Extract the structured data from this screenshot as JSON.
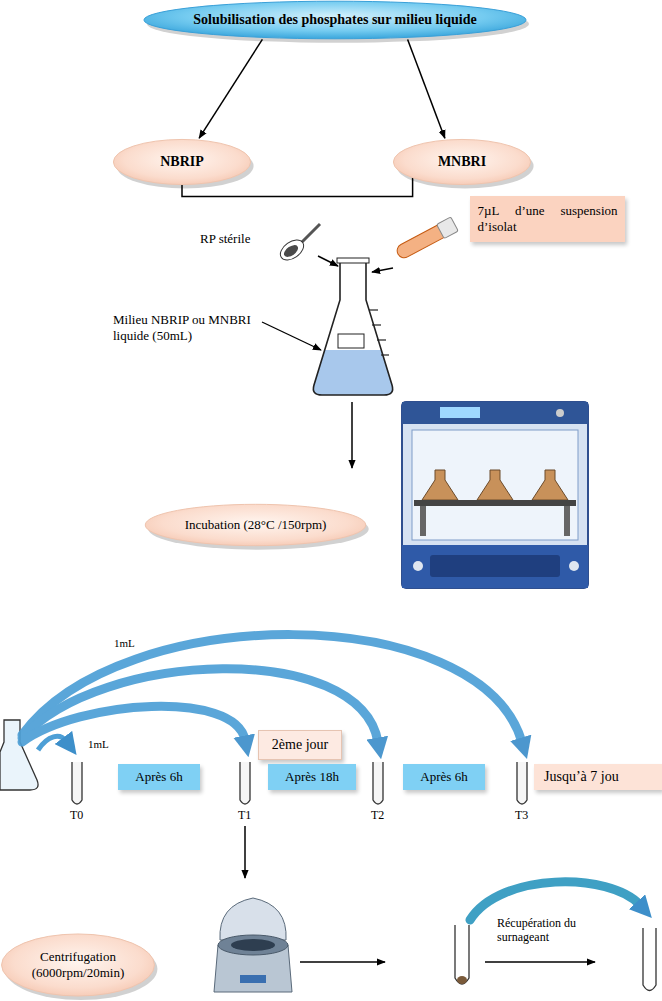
{
  "diagram": {
    "nodes": [
      {
        "text": [
          "Solubilisation des phosphates sur milieu liquide"
        ]
      },
      {
        "text": [
          "NBRIP"
        ]
      },
      {
        "text": [
          "MNBRI"
        ]
      },
      {
        "text": [
          "7µL d’une suspension d’isolat"
        ]
      },
      {
        "text": [
          "Incubation (28°C /150rpm)"
        ]
      },
      {
        "text": [
          "2ème jour"
        ]
      },
      {
        "text": [
          "Après 6h"
        ]
      },
      {
        "text": [
          "Après 18h"
        ]
      },
      {
        "text": [
          "Après 6h"
        ]
      },
      {
        "text": [
          "Jusqu’à 7 jou"
        ]
      },
      {
        "text": [
          "Centrifugation (6000rpm/20min)"
        ]
      }
    ],
    "edges": [
      {
        "from": 0,
        "to": 1,
        "arrow": "to"
      },
      {
        "from": 0,
        "to": 2,
        "arrow": "to"
      },
      {
        "from": 1,
        "to": 2,
        "arrow": "none"
      }
    ],
    "labels": [
      "RP stérile",
      "Milieu NBRIP ou MNBRI liquide (50mL)",
      "1mL",
      "1mL",
      "T0",
      "T1",
      "T2",
      "T3",
      "Récupération du surnageant"
    ]
  }
}
